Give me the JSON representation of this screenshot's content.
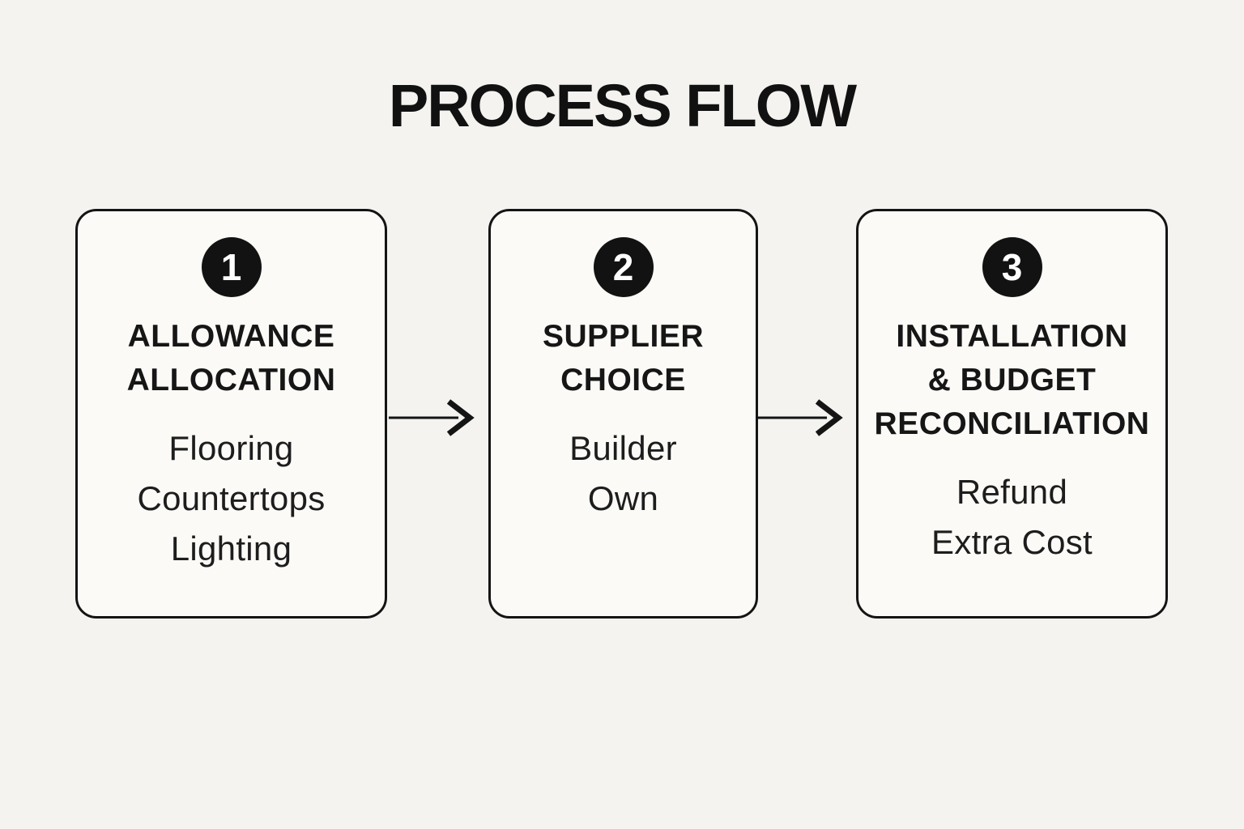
{
  "title": "PROCESS FLOW",
  "steps": [
    {
      "number": "1",
      "heading_lines": [
        "ALLOWANCE",
        "ALLOCATION"
      ],
      "items": [
        "Flooring",
        "Countertops",
        "Lighting"
      ]
    },
    {
      "number": "2",
      "heading_lines": [
        "SUPPLIER",
        "CHOICE"
      ],
      "items": [
        "Builder",
        "Own"
      ]
    },
    {
      "number": "3",
      "heading_lines": [
        "INSTALLATION",
        "& BUDGET",
        "RECONCILIATION"
      ],
      "items": [
        "Refund",
        "Extra Cost"
      ]
    }
  ],
  "colors": {
    "background": "#F4F3F0",
    "card_fill": "#FBFAF7",
    "line_ink": "#141414",
    "text_ink": "#1B1B1B",
    "badge_fill": "#121212",
    "badge_text": "#FFFFFF"
  }
}
